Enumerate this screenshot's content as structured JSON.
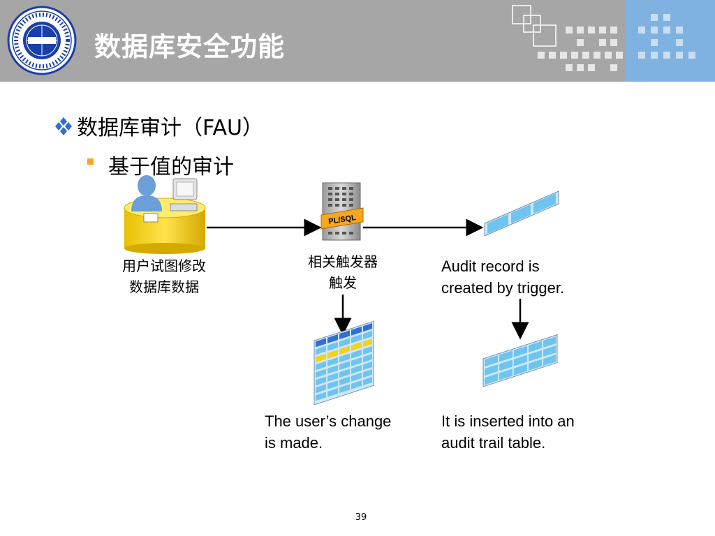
{
  "slide": {
    "title": "数据库安全功能",
    "bullet1": "数据库审计（FAU）",
    "bullet2": "基于值的审计",
    "page_number": "39"
  },
  "diagram": {
    "user_caption_line1": "用户试图修改",
    "user_caption_line2": "数据库数据",
    "trigger_caption_line1": "相关触发器",
    "trigger_caption_line2": "触发",
    "trigger_badge": "PL/SQL",
    "audit_caption_line1": "Audit record is",
    "audit_caption_line2": "created by trigger.",
    "change_caption_line1": "The user’s change",
    "change_caption_line2": "is made.",
    "insert_caption_line1": "It is inserted into an",
    "insert_caption_line2": "audit trail table."
  },
  "colors": {
    "header_gray": "#a6a6a6",
    "header_blue": "#7fb2e0",
    "logo_blue": "#1a3fa8",
    "bullet_blue": "#2f6fd6",
    "bullet_orange": "#f5a623"
  },
  "icons": [
    "logo-seal",
    "diamond-bullet-icon",
    "square-bullet-icon",
    "user-computer-icon",
    "plsql-server-icon",
    "audit-record-icon",
    "data-table-icon",
    "audit-table-icon"
  ]
}
